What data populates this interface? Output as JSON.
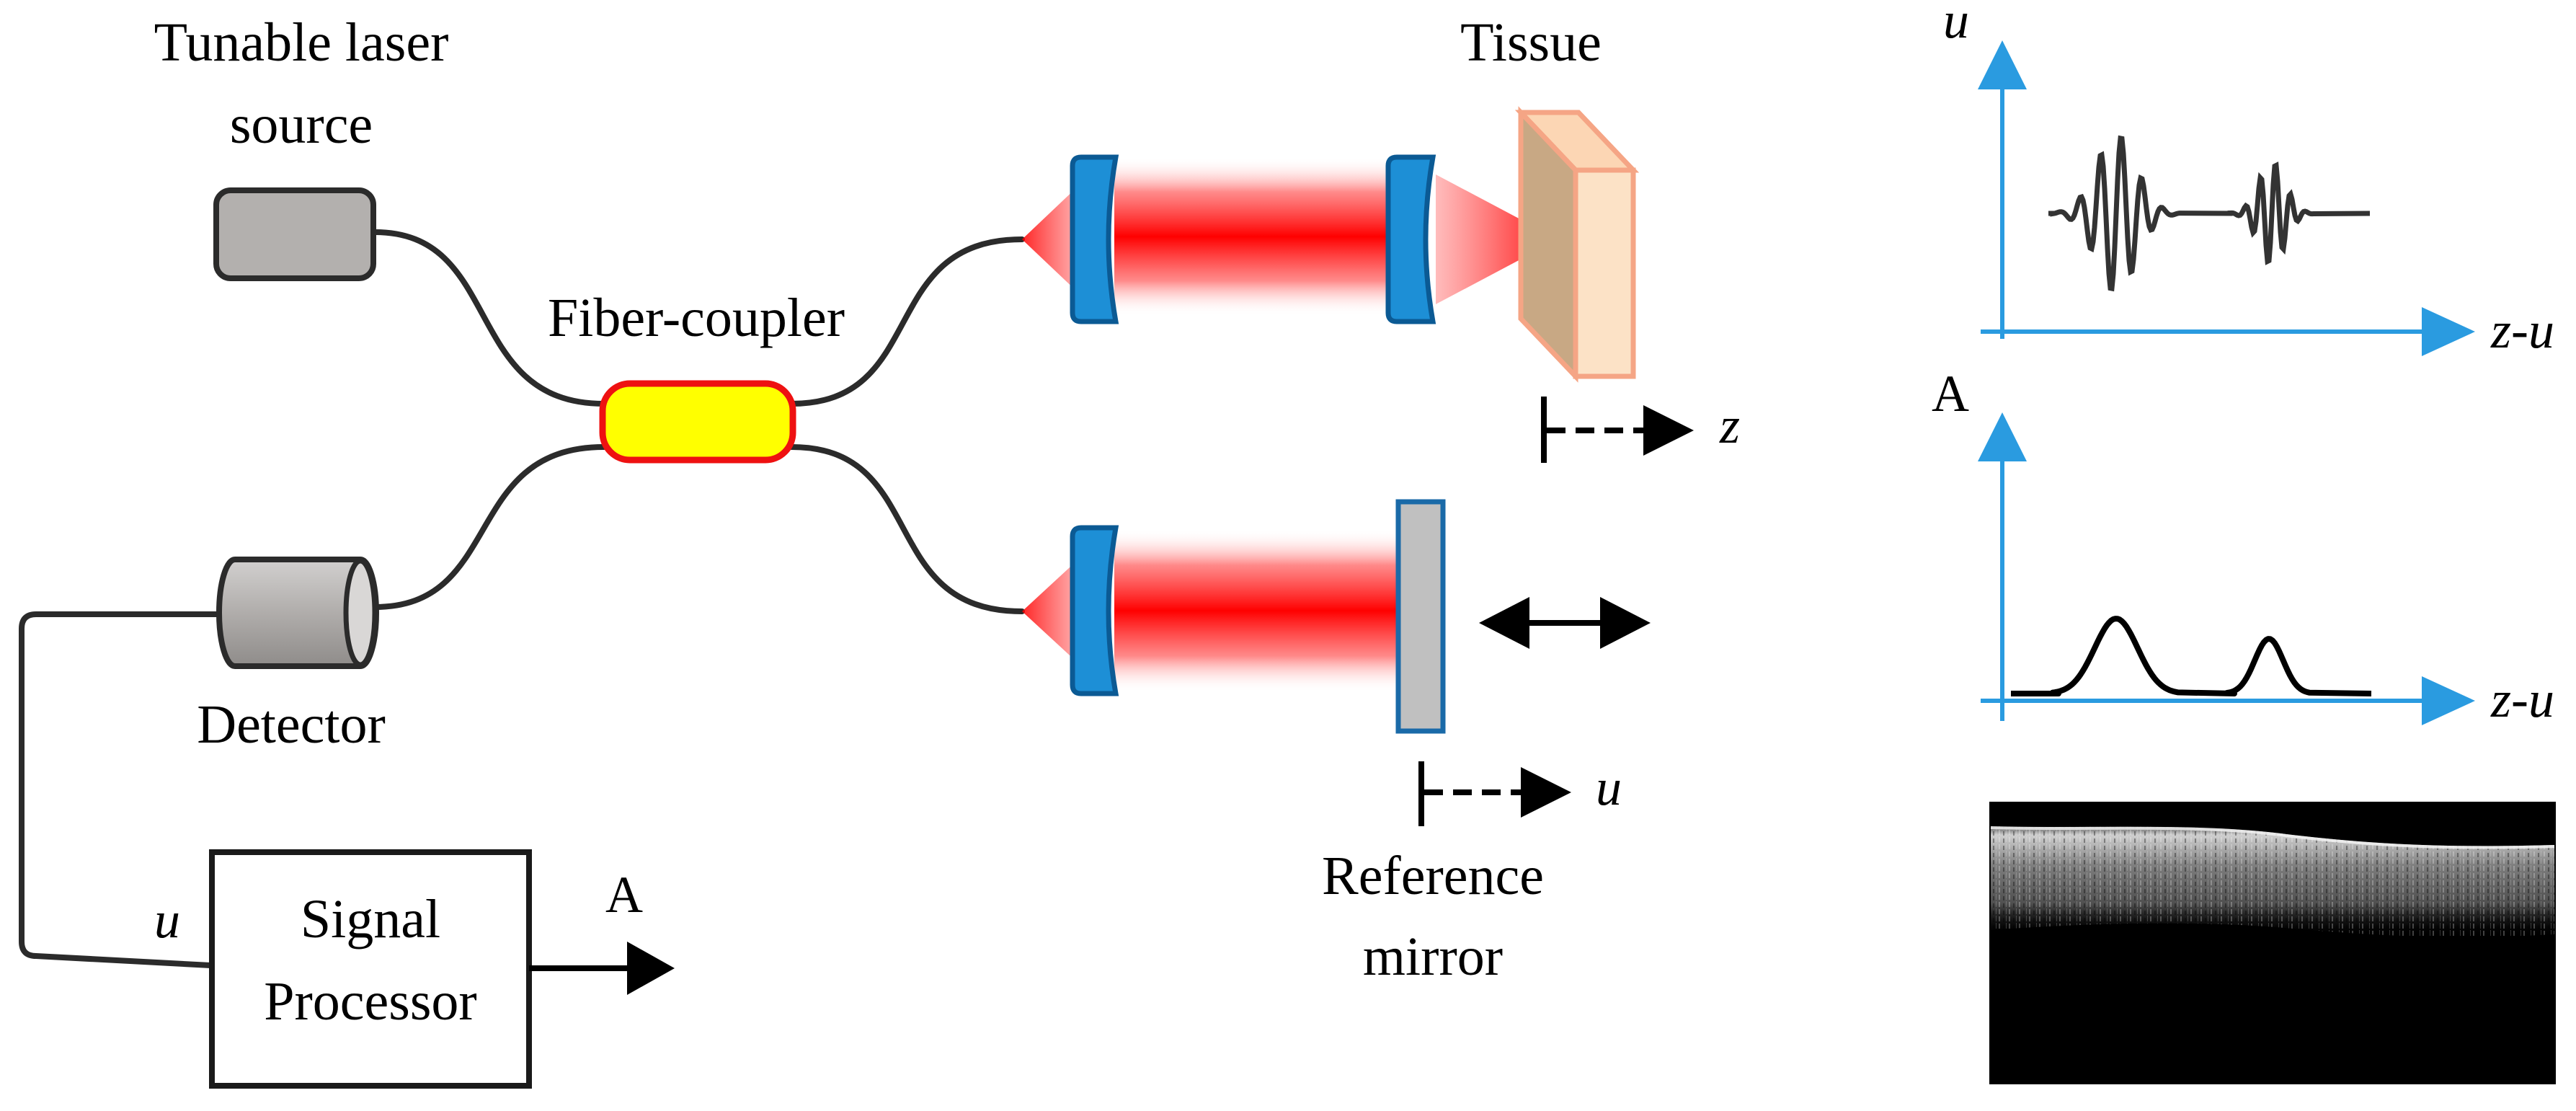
{
  "labels": {
    "laser_line1": "Tunable laser",
    "laser_line2": "source",
    "coupler": "Fiber-coupler",
    "tissue": "Tissue",
    "detector": "Detector",
    "processor_line1": "Signal",
    "processor_line2": "Processor",
    "processor_input": "u",
    "processor_output": "A",
    "reference_line1": "Reference",
    "reference_line2": "mirror",
    "z_axis": "z",
    "u_axis": "u"
  },
  "plots": {
    "interferogram": {
      "ylabel": "u",
      "xlabel": "z-u"
    },
    "envelope": {
      "ylabel": "A",
      "xlabel": "z-u"
    }
  },
  "colors": {
    "fiber": "#2b2b2b",
    "device_fill": "#b3b0ae",
    "coupler_fill": "#ffff00",
    "coupler_stroke": "#ee1111",
    "lens": "#1d8fd6",
    "lens_edge": "#0b5a94",
    "beam": "#ff0000",
    "tissue_front": "#c8a884",
    "tissue_side": "#fcd6b4",
    "tissue_edge": "#f5a585",
    "mirror_fill": "#c0c0c0",
    "mirror_edge": "#1a6aa8",
    "axis": "#2a9be0",
    "oct_background": "#000000"
  },
  "icons": [
    "laser-source-icon",
    "detector-icon",
    "coupler-icon",
    "lens-icon",
    "tissue-icon",
    "mirror-icon",
    "double-arrow-icon",
    "oct-image"
  ]
}
